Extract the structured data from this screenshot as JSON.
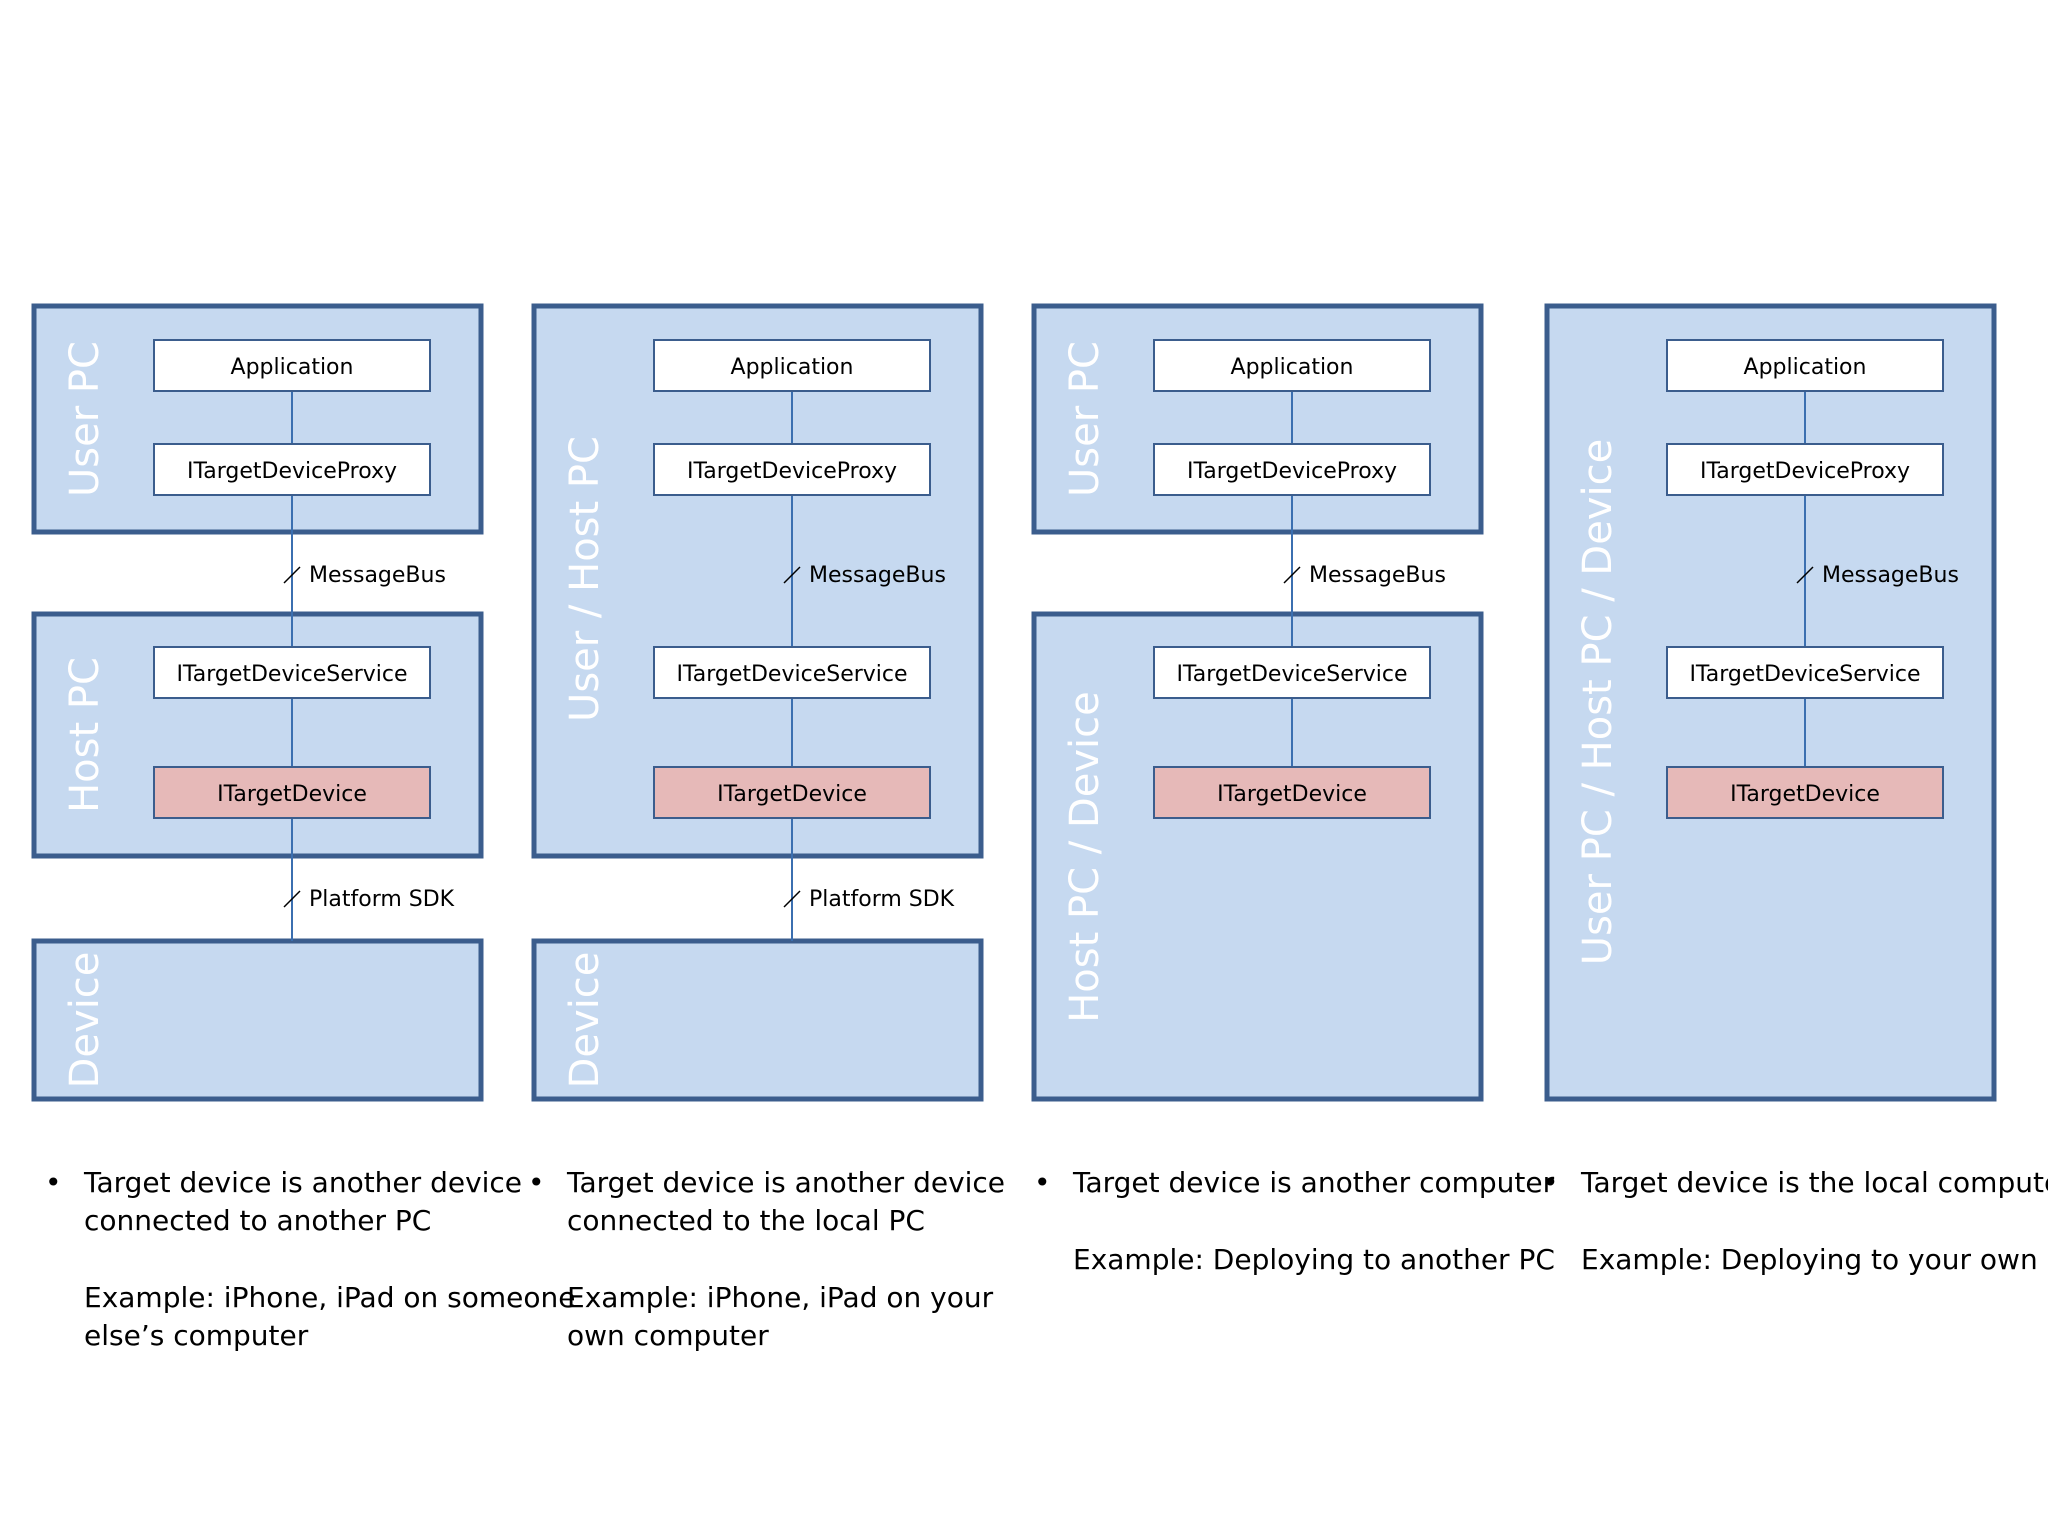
{
  "scenarios": [
    {
      "containers": [
        {
          "label": "User PC",
          "role": "user-pc"
        },
        {
          "label": "Host PC",
          "role": "host-pc"
        },
        {
          "label": "Device",
          "role": "device"
        }
      ],
      "components": [
        "Application",
        "ITargetDeviceProxy",
        "ITargetDeviceService",
        "ITargetDevice"
      ],
      "buses": [
        "MessageBus",
        "Platform SDK"
      ],
      "description": {
        "bullet": "•",
        "lines": [
          "Target device is another device",
          "connected to another PC"
        ],
        "example_lines": [
          "Example: iPhone, iPad on someone",
          "else’s computer"
        ]
      }
    },
    {
      "containers": [
        {
          "label": "User / Host PC",
          "role": "user-host-pc"
        },
        {
          "label": "Device",
          "role": "device"
        }
      ],
      "components": [
        "Application",
        "ITargetDeviceProxy",
        "ITargetDeviceService",
        "ITargetDevice"
      ],
      "buses": [
        "MessageBus",
        "Platform SDK"
      ],
      "description": {
        "bullet": "•",
        "lines": [
          "Target device is another device",
          "connected to the local PC"
        ],
        "example_lines": [
          "Example: iPhone, iPad on your",
          "own computer"
        ]
      }
    },
    {
      "containers": [
        {
          "label": "User PC",
          "role": "user-pc"
        },
        {
          "label": "Host PC / Device",
          "role": "host-pc-device"
        }
      ],
      "components": [
        "Application",
        "ITargetDeviceProxy",
        "ITargetDeviceService",
        "ITargetDevice"
      ],
      "buses": [
        "MessageBus"
      ],
      "description": {
        "bullet": "•",
        "lines": [
          "Target device is another computer"
        ],
        "example_lines": [
          "Example: Deploying to another PC"
        ]
      }
    },
    {
      "containers": [
        {
          "label": "User PC / Host PC / Device",
          "role": "all-in-one"
        }
      ],
      "components": [
        "Application",
        "ITargetDeviceProxy",
        "ITargetDeviceService",
        "ITargetDevice"
      ],
      "buses": [
        "MessageBus"
      ],
      "description": {
        "bullet": "•",
        "lines": [
          "Target device is the local computer"
        ],
        "example_lines": [
          "Example: Deploying to your own PC"
        ]
      }
    }
  ],
  "colors": {
    "container_fill": "#c6d9f0",
    "container_border": "#3b5d8d",
    "component_fill": "#ffffff",
    "device_component_fill": "#e6b9b8",
    "connector": "#3b6fb0"
  }
}
